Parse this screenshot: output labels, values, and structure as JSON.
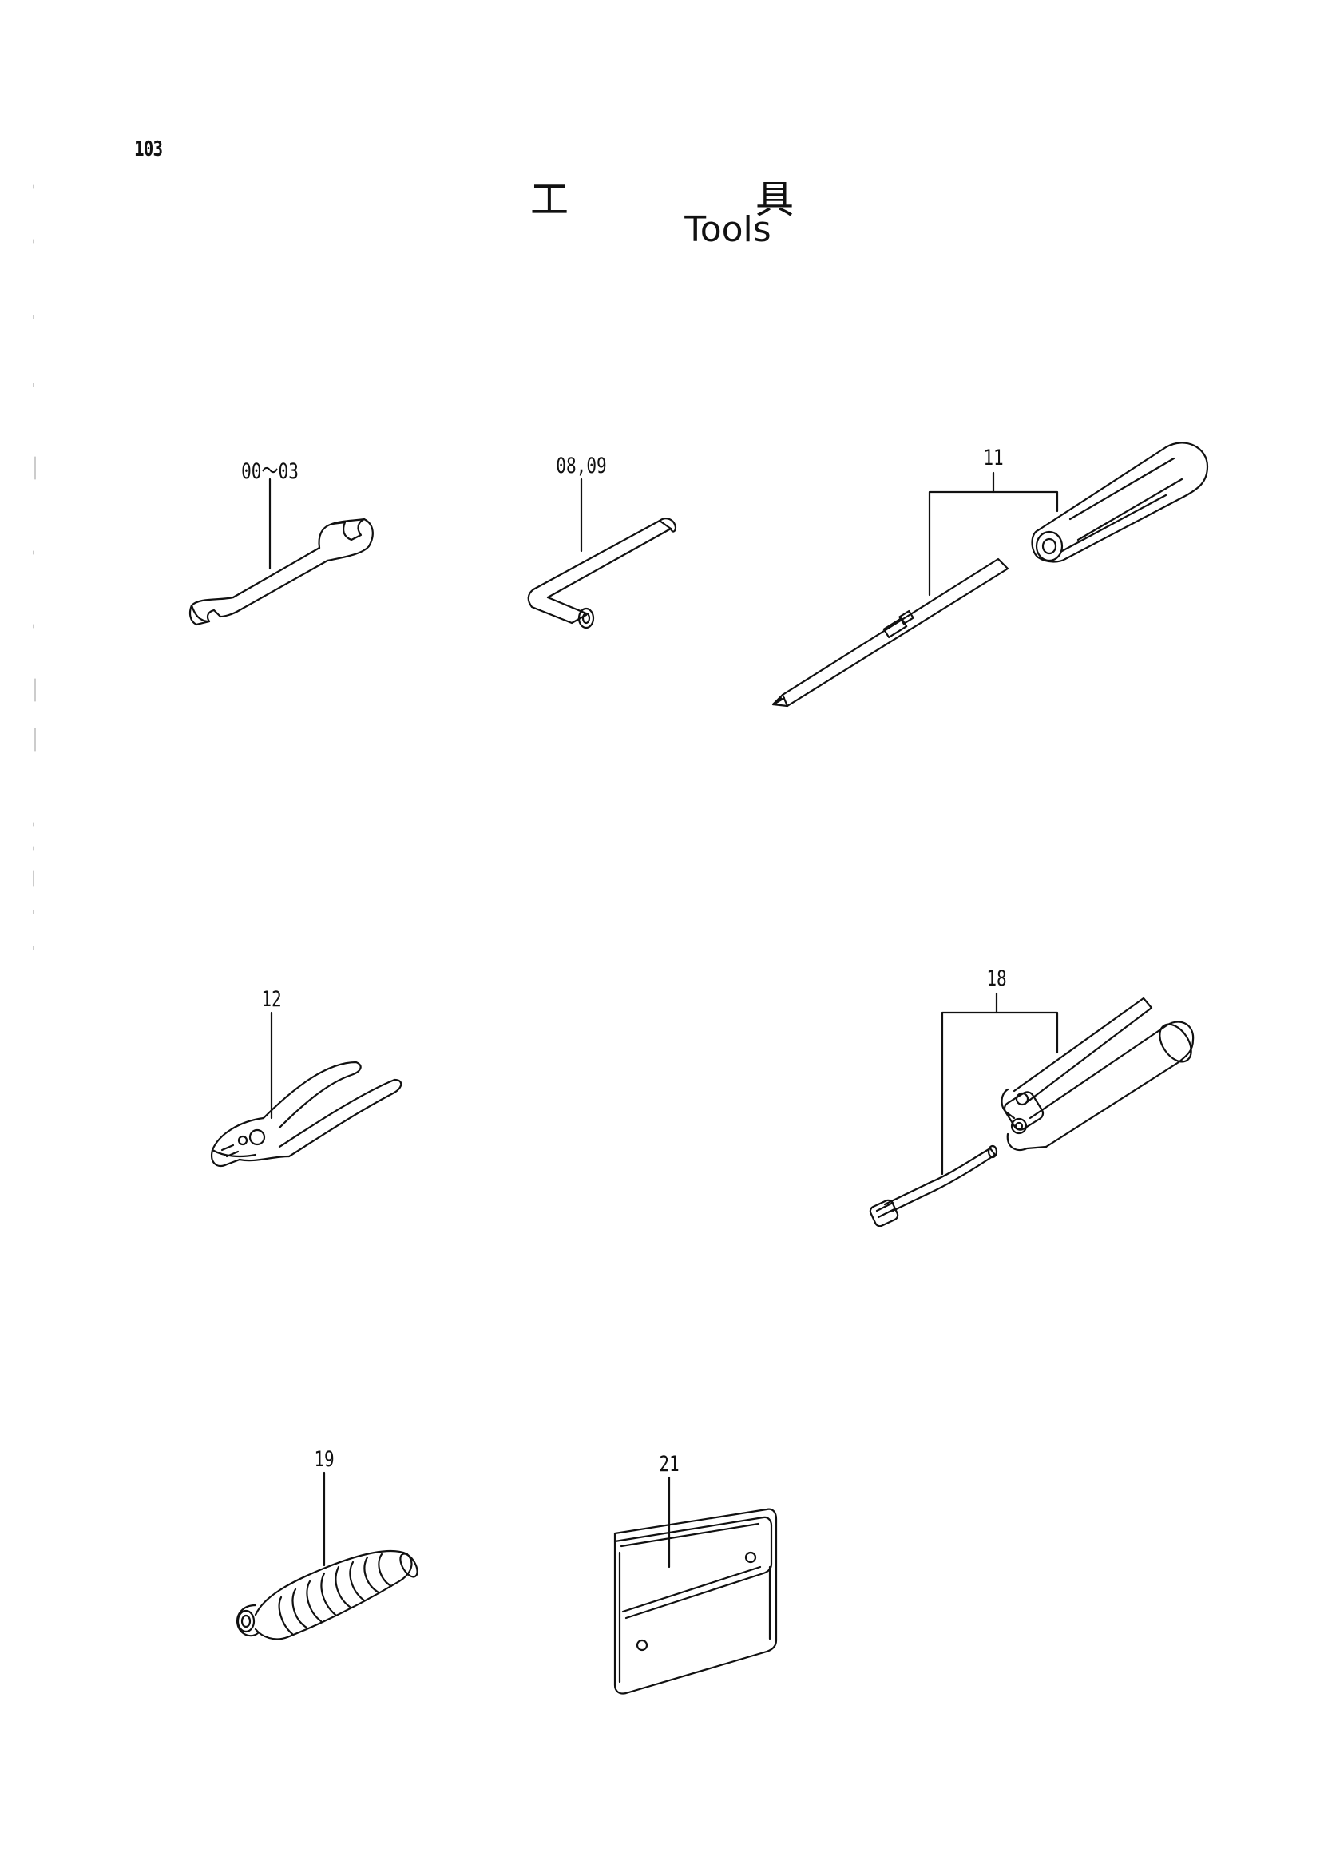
{
  "page": {
    "number": "103",
    "title_jp_left": "工",
    "title_jp_right": "具",
    "title_en": "Tools"
  },
  "callouts": {
    "spanner": "00～03",
    "hex_key": "08,09",
    "screwdriver": "11",
    "pliers": "12",
    "grease_gun": "18",
    "boot": "19",
    "pouch": "21"
  },
  "colors": {
    "ink": "#111111",
    "paper": "#ffffff"
  }
}
